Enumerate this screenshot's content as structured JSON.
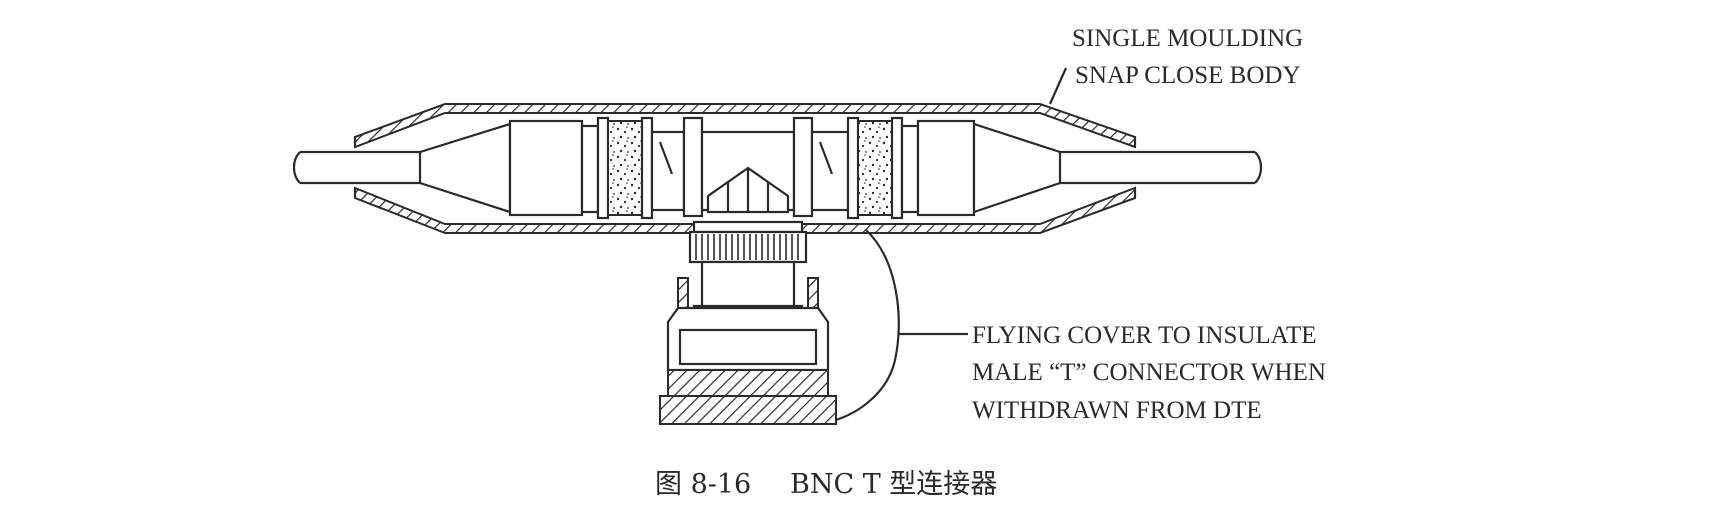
{
  "labels": {
    "moulding_line1": "SINGLE MOULDING",
    "moulding_line2": "SNAP CLOSE BODY",
    "cover_line1": "FLYING COVER TO INSULATE",
    "cover_line2": "MALE “T” CONNECTOR WHEN",
    "cover_line3": "WITHDRAWN FROM DTE"
  },
  "caption": {
    "figure_number": "图 8-16",
    "title": "BNC T 型连接器"
  }
}
